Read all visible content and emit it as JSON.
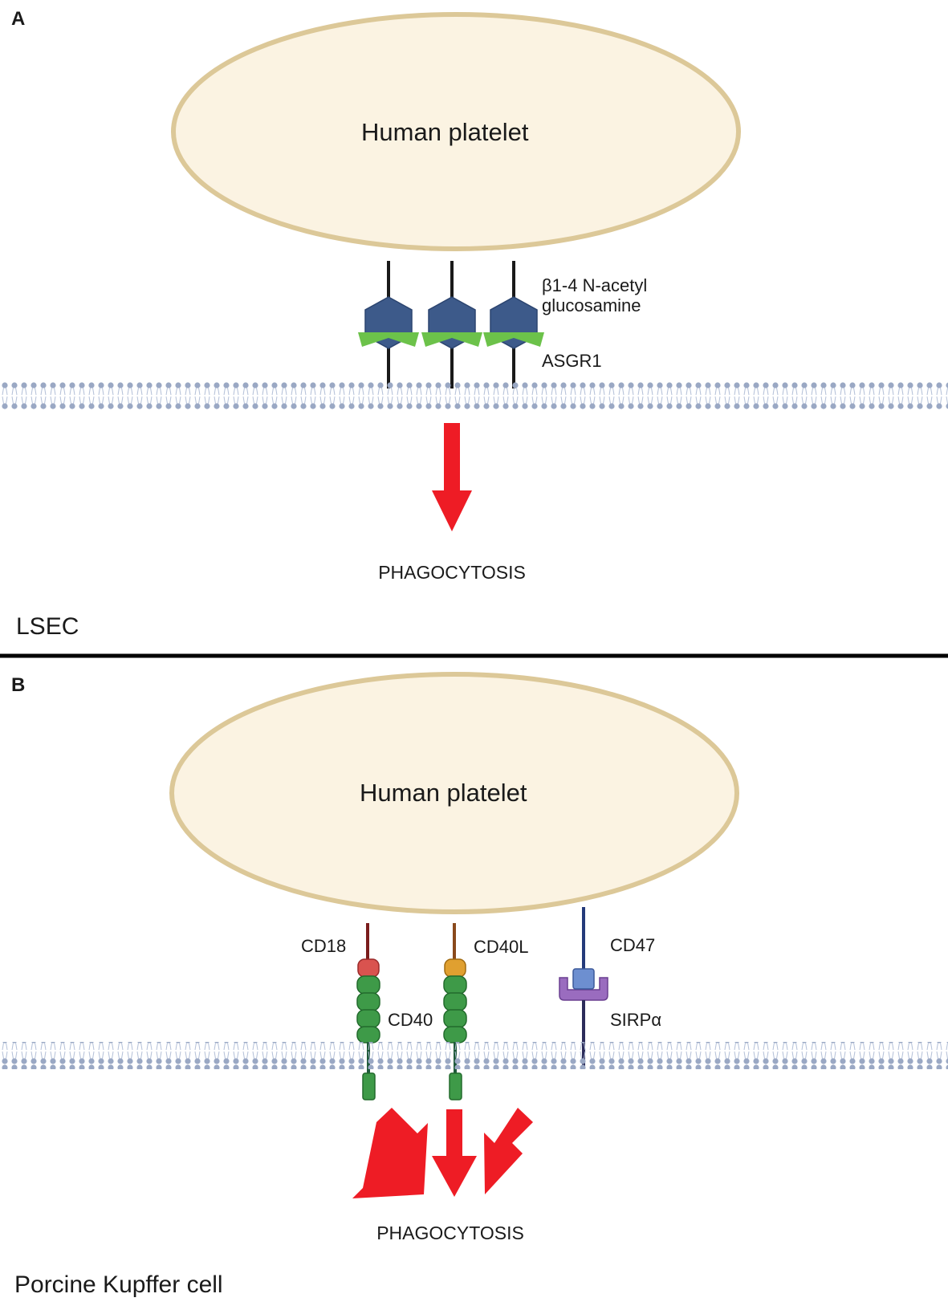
{
  "panel_a": {
    "letter": "A",
    "cell_label": "Human platelet",
    "ligand_label_line1": "β1-4 N-acetyl",
    "ligand_label_line2": "glucosamine",
    "receptor_label": "ASGR1",
    "outcome": "PHAGOCYTOSIS",
    "host_cell": "LSEC"
  },
  "panel_b": {
    "letter": "B",
    "cell_label": "Human platelet",
    "cd18_label": "CD18",
    "cd40l_label": "CD40L",
    "cd40_label": "CD40",
    "cd47_label": "CD47",
    "sirpa_label": "SIRPα",
    "outcome": "PHAGOCYTOSIS",
    "host_cell": "Porcine Kupffer cell"
  },
  "colors": {
    "platelet_fill": "#fbf3e2",
    "platelet_stroke": "#dcc898",
    "membrane": "#9aa8c4",
    "hexagon": "#3d5a8a",
    "asgr1": "#6cc24a",
    "arrow": "#ee1c25",
    "cd18": "#d9534f",
    "cd40l": "#e0a030",
    "cd40": "#3e9a48",
    "cd47": "#6d8fd0",
    "sirpa": "#9a6cbf"
  }
}
